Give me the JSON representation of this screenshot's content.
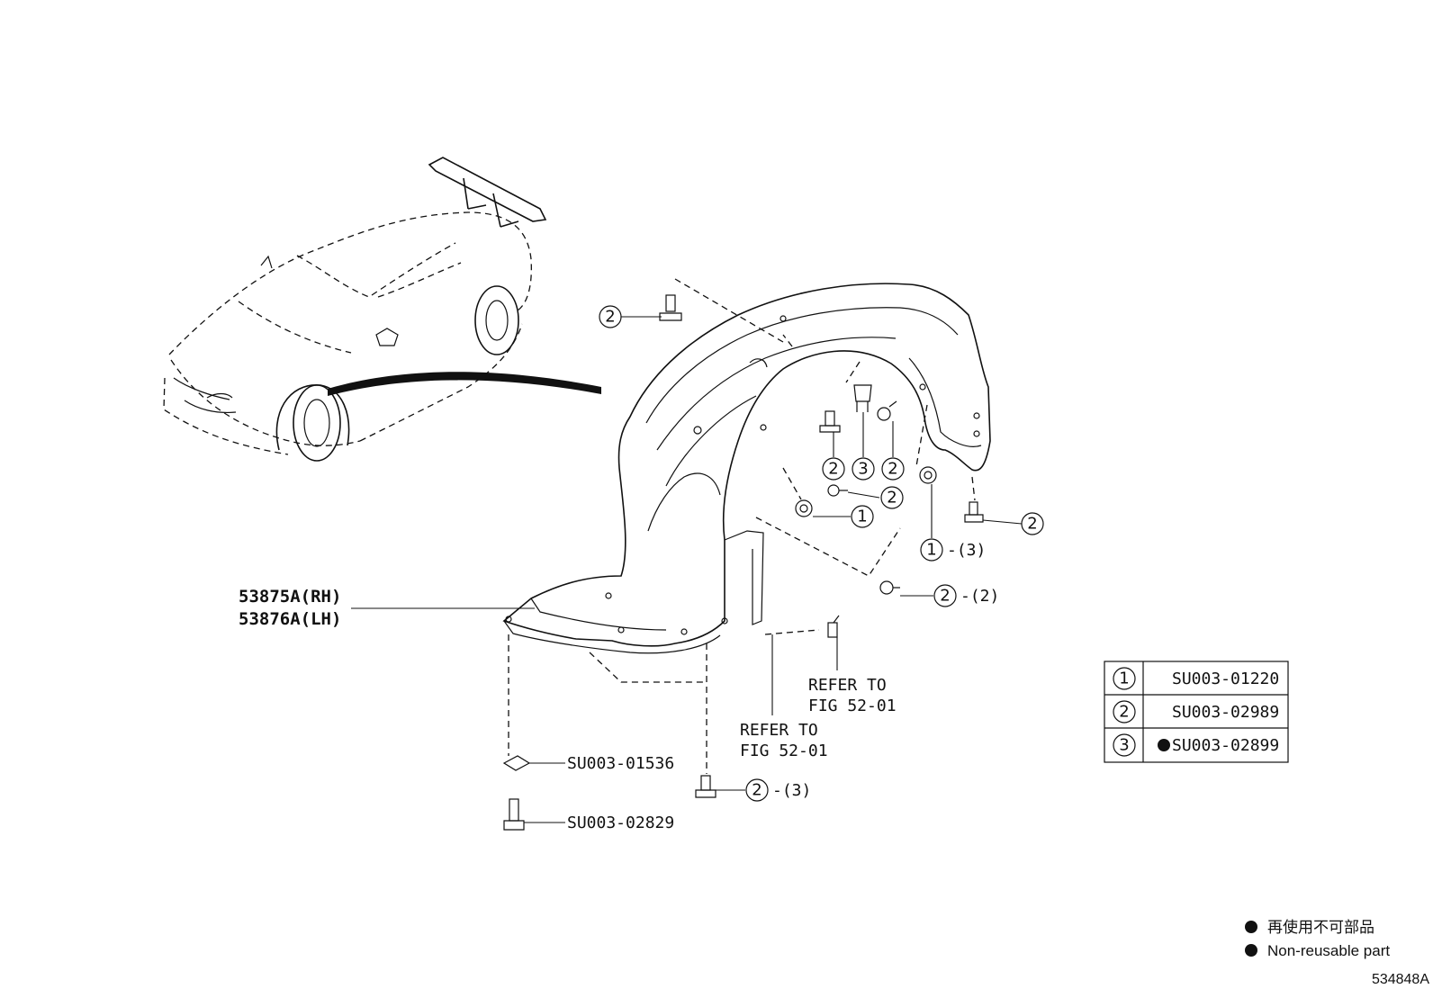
{
  "parts": {
    "main_rh": "53875A(RH)",
    "main_lh": "53876A(LH)",
    "clip_1536": "SU003-01536",
    "bolt_2829": "SU003-02829"
  },
  "callouts": {
    "c1": "1",
    "c2": "2",
    "c3": "3",
    "qty2": "-(2)",
    "qty3": "-(3)"
  },
  "refer": {
    "a_line1": "REFER TO",
    "a_line2": "FIG 52-01",
    "b_line1": "REFER TO",
    "b_line2": "FIG 52-01"
  },
  "legend_table": {
    "rows": [
      {
        "num": "1",
        "part": "SU003-01220",
        "nonreusable": false
      },
      {
        "num": "2",
        "part": "SU003-02989",
        "nonreusable": false
      },
      {
        "num": "3",
        "part": "SU003-02899",
        "nonreusable": true
      }
    ]
  },
  "notes": {
    "jp": "再使用不可部品",
    "en": "Non-reusable part"
  },
  "image_id": "534848A"
}
